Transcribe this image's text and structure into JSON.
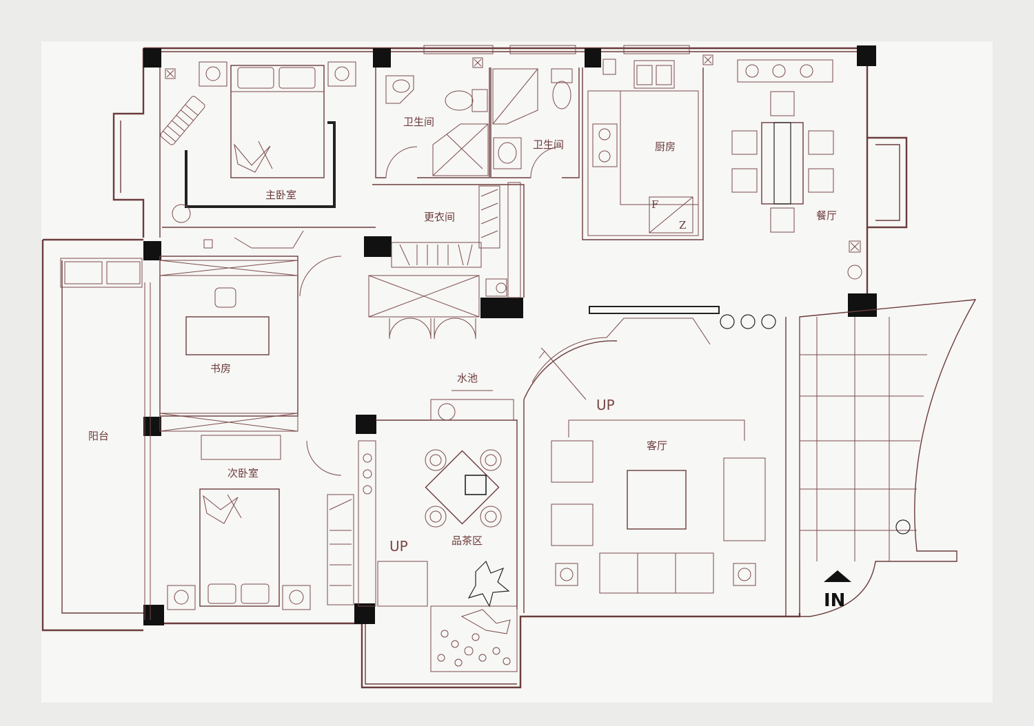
{
  "rooms": {
    "master_bedroom": "主卧室",
    "bathroom_1": "卫生间",
    "bathroom_2": "卫生间",
    "kitchen": "厨房",
    "dining_room": "餐厅",
    "dressing_room": "更衣间",
    "study": "书房",
    "balcony": "阳台",
    "second_bedroom": "次卧室",
    "pool": "水池",
    "tea_area": "品茶区",
    "living_room": "客厅"
  },
  "markers": {
    "up_living": "UP",
    "up_stair": "UP",
    "entrance": "IN",
    "kitchen_f": "F",
    "kitchen_z": "Z"
  },
  "colors": {
    "background": "#ececea",
    "wall_line": "#6a3b3b",
    "column_fill": "#111111"
  }
}
